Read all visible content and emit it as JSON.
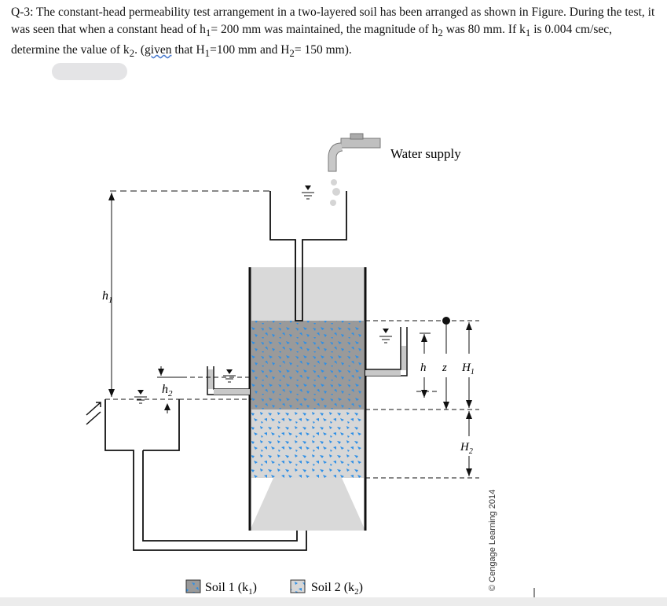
{
  "question": {
    "prefix": "Q-3: The constant-head permeability test arrangement in a two-layered soil has been arranged as shown in Figure. During the test, it was seen that when a constant head of h",
    "sub1": "1",
    "mid1": "= 200 mm was maintained, the magnitude of h",
    "sub2": "2",
    "mid2": " was 80 mm. If k",
    "sub3": "1",
    "mid3": " is 0.004 cm/sec, determine the value of k",
    "sub4": "2",
    "mid4": ". (",
    "underlined": "given",
    "mid5": " that H",
    "sub5": "1",
    "mid6": "=100 mm and H",
    "sub6": "2",
    "suffix": "= 150 mm)."
  },
  "figure": {
    "water_supply": "Water supply",
    "h1": "h",
    "h1_sub": "1",
    "h2": "h",
    "h2_sub": "2",
    "h": "h",
    "z": "z",
    "H1": "H",
    "H1_sub": "1",
    "H2": "H",
    "H2_sub": "2",
    "legend_soil1": "Soil 1 (k",
    "legend_soil1_sub": "1",
    "legend_soil1_end": ")",
    "legend_soil2": "Soil 2 (k",
    "legend_soil2_sub": "2",
    "legend_soil2_end": ")",
    "copyright": "© Cengage Learning 2014",
    "colors": {
      "soil1": "#9a9a9a",
      "soil2": "#d7d7d7",
      "grain": "#2e8fe6",
      "funnel": "#d9d9d9"
    }
  }
}
